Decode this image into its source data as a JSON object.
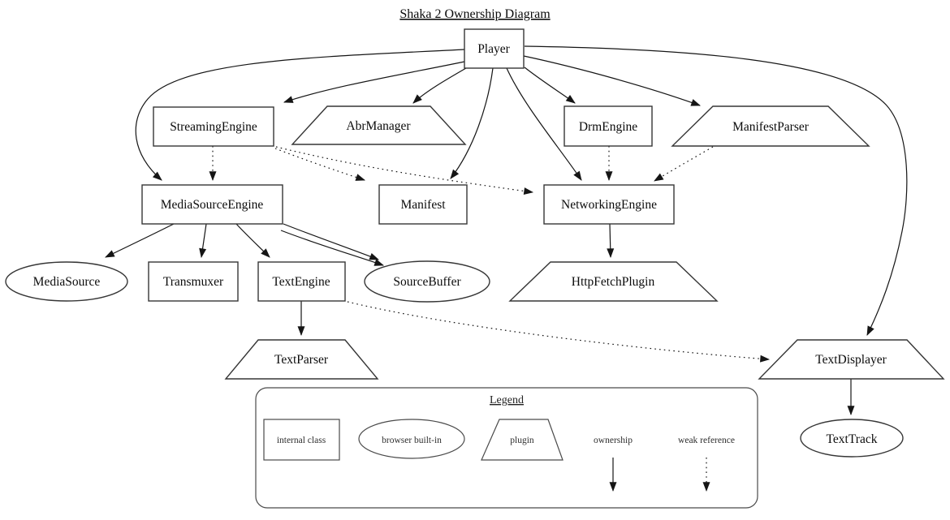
{
  "title": "Shaka 2 Ownership Diagram",
  "nodes": {
    "player": {
      "label": "Player",
      "shape": "rect"
    },
    "streaming_engine": {
      "label": "StreamingEngine",
      "shape": "rect"
    },
    "abr_manager": {
      "label": "AbrManager",
      "shape": "trapezoid"
    },
    "drm_engine": {
      "label": "DrmEngine",
      "shape": "rect"
    },
    "manifest_parser": {
      "label": "ManifestParser",
      "shape": "trapezoid"
    },
    "media_source_engine": {
      "label": "MediaSourceEngine",
      "shape": "rect"
    },
    "manifest": {
      "label": "Manifest",
      "shape": "rect"
    },
    "networking_engine": {
      "label": "NetworkingEngine",
      "shape": "rect"
    },
    "media_source": {
      "label": "MediaSource",
      "shape": "ellipse"
    },
    "transmuxer": {
      "label": "Transmuxer",
      "shape": "rect"
    },
    "text_engine": {
      "label": "TextEngine",
      "shape": "rect"
    },
    "source_buffer": {
      "label": "SourceBuffer",
      "shape": "ellipse"
    },
    "http_fetch_plugin": {
      "label": "HttpFetchPlugin",
      "shape": "trapezoid"
    },
    "text_parser": {
      "label": "TextParser",
      "shape": "trapezoid"
    },
    "text_displayer": {
      "label": "TextDisplayer",
      "shape": "trapezoid"
    },
    "text_track": {
      "label": "TextTrack",
      "shape": "ellipse"
    }
  },
  "edges": [
    {
      "from": "Player",
      "to": "StreamingEngine",
      "type": "ownership"
    },
    {
      "from": "Player",
      "to": "AbrManager",
      "type": "ownership"
    },
    {
      "from": "Player",
      "to": "MediaSourceEngine",
      "type": "ownership"
    },
    {
      "from": "Player",
      "to": "Manifest",
      "type": "ownership"
    },
    {
      "from": "Player",
      "to": "DrmEngine",
      "type": "ownership"
    },
    {
      "from": "Player",
      "to": "NetworkingEngine",
      "type": "ownership"
    },
    {
      "from": "Player",
      "to": "ManifestParser",
      "type": "ownership"
    },
    {
      "from": "Player",
      "to": "TextDisplayer",
      "type": "ownership"
    },
    {
      "from": "StreamingEngine",
      "to": "MediaSourceEngine",
      "type": "weak"
    },
    {
      "from": "StreamingEngine",
      "to": "Manifest",
      "type": "weak"
    },
    {
      "from": "StreamingEngine",
      "to": "NetworkingEngine",
      "type": "weak"
    },
    {
      "from": "DrmEngine",
      "to": "NetworkingEngine",
      "type": "weak"
    },
    {
      "from": "ManifestParser",
      "to": "NetworkingEngine",
      "type": "weak"
    },
    {
      "from": "MediaSourceEngine",
      "to": "MediaSource",
      "type": "ownership"
    },
    {
      "from": "MediaSourceEngine",
      "to": "Transmuxer",
      "type": "ownership"
    },
    {
      "from": "MediaSourceEngine",
      "to": "TextEngine",
      "type": "ownership"
    },
    {
      "from": "MediaSourceEngine",
      "to": "SourceBuffer",
      "type": "ownership"
    },
    {
      "from": "MediaSourceEngine",
      "to": "SourceBuffer",
      "type": "ownership"
    },
    {
      "from": "NetworkingEngine",
      "to": "HttpFetchPlugin",
      "type": "ownership"
    },
    {
      "from": "TextEngine",
      "to": "TextParser",
      "type": "ownership"
    },
    {
      "from": "TextEngine",
      "to": "TextDisplayer",
      "type": "weak"
    },
    {
      "from": "TextDisplayer",
      "to": "TextTrack",
      "type": "ownership"
    }
  ],
  "legend": {
    "title": "Legend",
    "internal_class": "internal class",
    "browser_builtin": "browser built-in",
    "plugin": "plugin",
    "ownership": "ownership",
    "weak_reference": "weak reference"
  },
  "colors": {
    "background": "#ffffff",
    "shape_stroke": "#363636",
    "edge_stroke": "#151515",
    "text": "#0b0b0b"
  }
}
